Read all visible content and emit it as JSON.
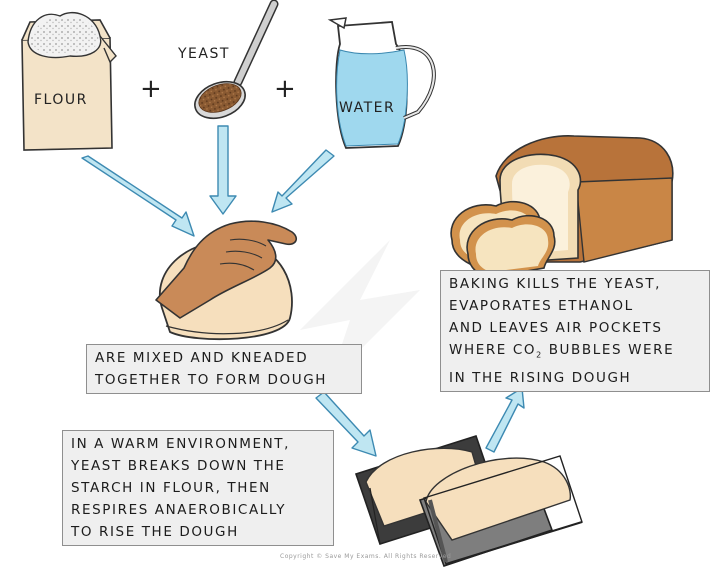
{
  "ingredients": {
    "flour": "FLOUR",
    "yeast": "YEAST",
    "water": "WATER",
    "plus": "+"
  },
  "steps": {
    "mix": [
      "ARE MIXED AND KNEADED",
      "TOGETHER TO FORM DOUGH"
    ],
    "rise": [
      "IN A WARM ENVIRONMENT,",
      "YEAST BREAKS DOWN THE",
      "STARCH IN FLOUR, THEN",
      "RESPIRES ANAEROBICALLY",
      "TO RISE THE DOUGH"
    ],
    "bake": [
      "BAKING KILLS THE YEAST,",
      "EVAPORATES ETHANOL",
      "AND LEAVES AIR POCKETS",
      "IN THE RISING DOUGH"
    ],
    "bake_co2_line": {
      "before": "WHERE CO",
      "sub": "2",
      "after": " BUBBLES WERE"
    }
  },
  "footer": {
    "copyright": "Copyright © Save My Exams. All Rights Reserved"
  },
  "colors": {
    "arrow_fill": "#bfe6f2",
    "arrow_stroke": "#3d8ab2",
    "box_bg": "#efefef",
    "flour_bag": "#f3e3c8",
    "yeast": "#8a5a32",
    "water": "#9fd8ee",
    "dough": "#f6dfbd",
    "skin": "#c98a58",
    "crust": "#b8733a",
    "tin": "#4a4a4a"
  }
}
